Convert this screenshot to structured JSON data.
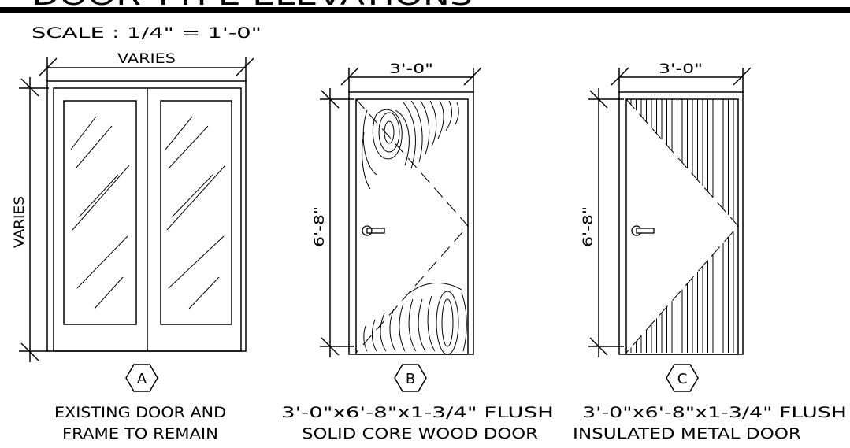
{
  "header": {
    "title": "DOOR TYPE ELEVATIONS",
    "scale_note": "SCALE : 1/4\" = 1'-0\""
  },
  "doors": [
    {
      "tag": "A",
      "width_dim": "VARIES",
      "height_dim": "VARIES",
      "caption_line1": "EXISTING DOOR AND",
      "caption_line2": "FRAME TO REMAIN"
    },
    {
      "tag": "B",
      "width_dim": "3'-0\"",
      "height_dim": "6'-8\"",
      "caption_line1": "3'-0\"x6'-8\"x1-3/4\"  FLUSH",
      "caption_line2": "SOLID CORE WOOD DOOR"
    },
    {
      "tag": "C",
      "width_dim": "3'-0\"",
      "height_dim": "6'-8\"",
      "caption_line1": "3'-0\"x6'-8\"x1-3/4\"  FLUSH",
      "caption_line2": "INSULATED METAL DOOR"
    }
  ],
  "colors": {
    "ink": "#000000",
    "paper": "#ffffff"
  }
}
